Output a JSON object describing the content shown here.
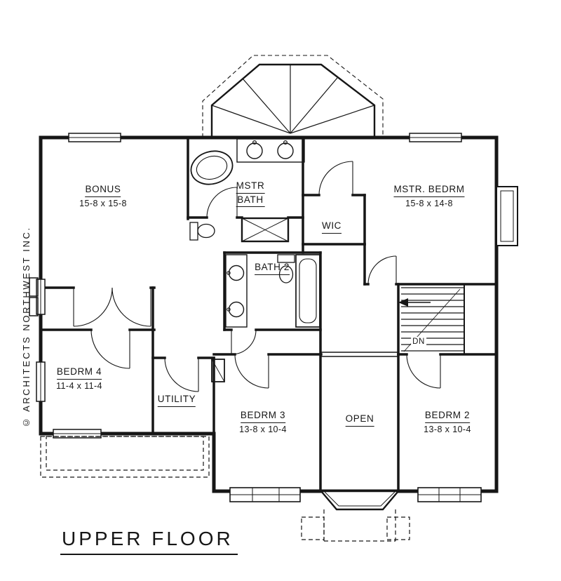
{
  "drawing": {
    "title": "UPPER FLOOR",
    "copyright": "© ARCHITECTS NORTHWEST INC."
  },
  "rooms": {
    "bonus": {
      "name": "BONUS",
      "dims": "15-8 x 15-8"
    },
    "mstr_bath": {
      "line1": "MSTR",
      "line2": "BATH"
    },
    "mstr_bedrm": {
      "name": "MSTR. BEDRM",
      "dims": "15-8 x 14-8"
    },
    "wic": {
      "name": "WIC"
    },
    "bath2": {
      "name": "BATH 2"
    },
    "bedrm4": {
      "name": "BEDRM 4",
      "dims": "11-4 x 11-4"
    },
    "utility": {
      "name": "UTILITY"
    },
    "bedrm3": {
      "name": "BEDRM 3",
      "dims": "13-8 x 10-4"
    },
    "open": {
      "name": "OPEN"
    },
    "bedrm2": {
      "name": "BEDRM 2",
      "dims": "13-8 x 10-4"
    },
    "stairs": {
      "down_label": "DN"
    }
  }
}
